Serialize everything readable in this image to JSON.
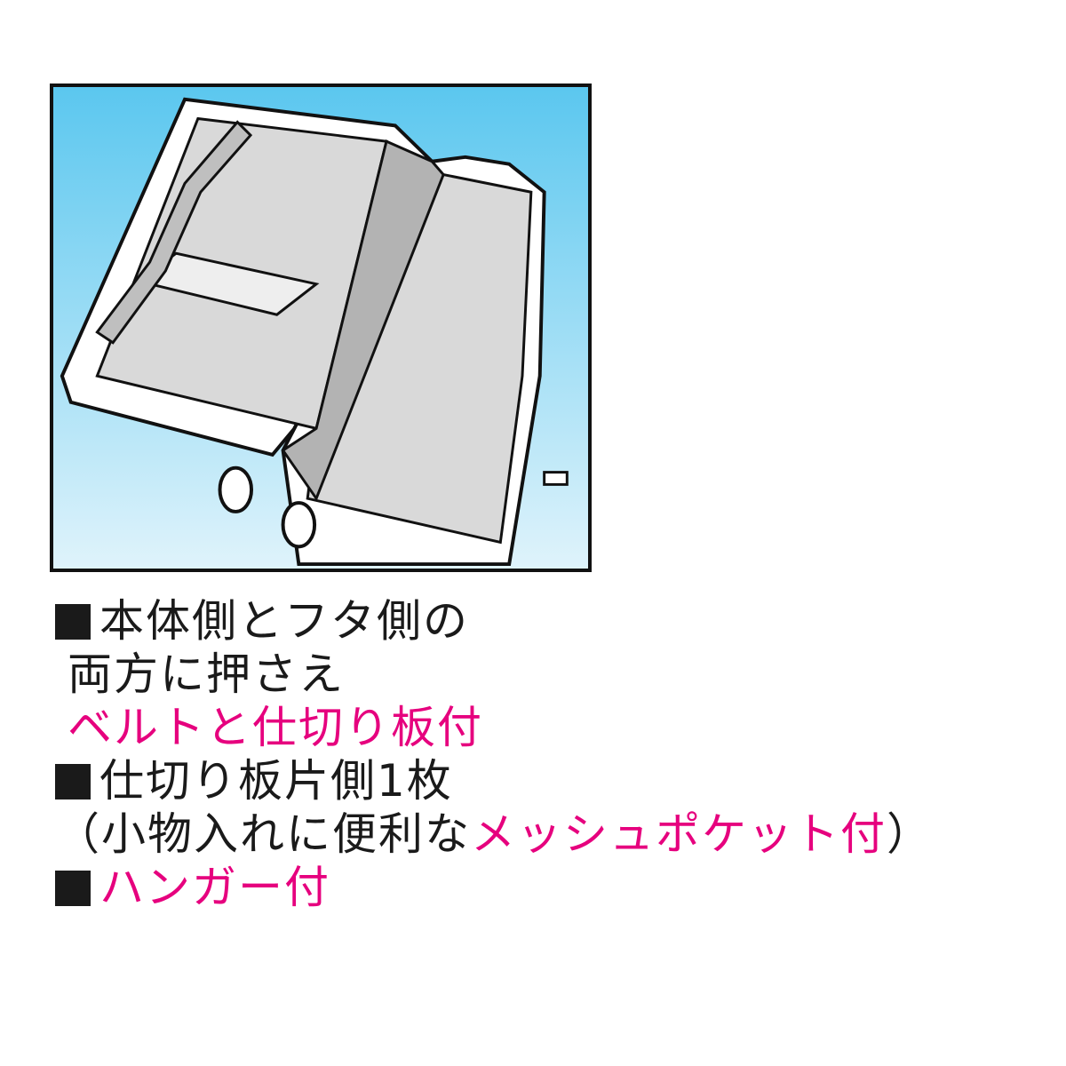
{
  "colors": {
    "accent": "#e6007e",
    "text": "#1a1a1a",
    "sky": "#5bc7ef",
    "lining": "#d9d9d9"
  },
  "features": {
    "f1_line1": "本体側とフタ側の",
    "f1_line2": "両方に押さえ",
    "f1_line3": "ベルトと仕切り板付",
    "f2_line1": "仕切り板片側1枚",
    "f2_paren_open": "（",
    "f2_plain": "小物入れに便利な",
    "f2_accent": "メッシュポケット付",
    "f2_paren_close": "）",
    "f3_accent": "ハンガー付"
  }
}
